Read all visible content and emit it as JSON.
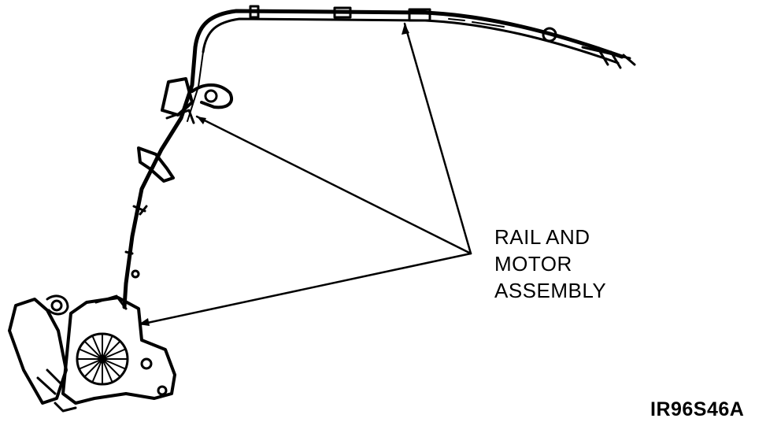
{
  "callout": {
    "line1": "RAIL AND",
    "line2": "MOTOR",
    "line3": "ASSEMBLY"
  },
  "figure_id": "IR96S46A",
  "colors": {
    "ink": "#000000",
    "background": "#ffffff"
  }
}
